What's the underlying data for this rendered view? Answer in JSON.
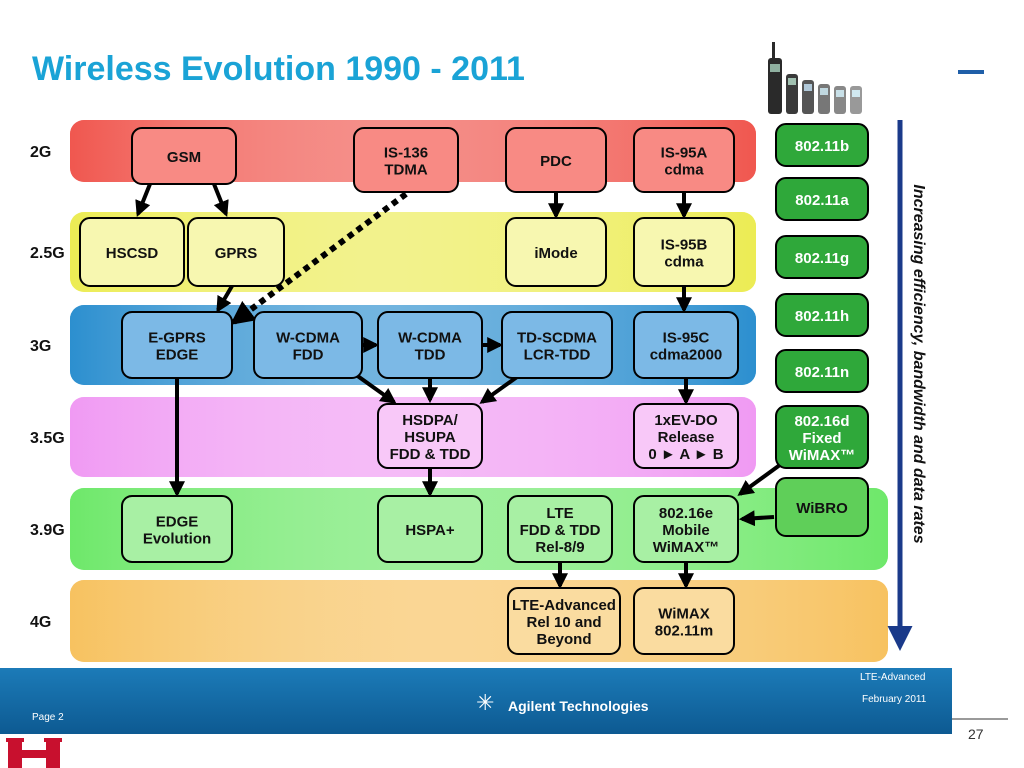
{
  "title": "Wireless Evolution 1990 - 2011",
  "side_text": "Increasing efficiency, bandwidth and data rates",
  "footer": {
    "page": "Page 2",
    "brand": "Agilent Technologies",
    "topic": "LTE-Advanced",
    "date": "February 2011"
  },
  "page_number": "27",
  "generations": [
    {
      "id": "g2",
      "label": "2G",
      "color": "#f0574f"
    },
    {
      "id": "g25",
      "label": "2.5G",
      "color": "#ecec54"
    },
    {
      "id": "g3",
      "label": "3G",
      "color": "#2c8fcf"
    },
    {
      "id": "g35",
      "label": "3.5G",
      "color": "#f09af3"
    },
    {
      "id": "g39",
      "label": "3.9G",
      "color": "#6ee86a"
    },
    {
      "id": "g4",
      "label": "4G",
      "color": "#f7c260"
    }
  ],
  "technologies": [
    {
      "id": "gsm",
      "lines": [
        "GSM"
      ]
    },
    {
      "id": "is136",
      "lines": [
        "IS-136",
        "TDMA"
      ]
    },
    {
      "id": "pdc",
      "lines": [
        "PDC"
      ]
    },
    {
      "id": "is95a",
      "lines": [
        "IS-95A",
        "cdma"
      ]
    },
    {
      "id": "hscsd",
      "lines": [
        "HSCSD"
      ]
    },
    {
      "id": "gprs",
      "lines": [
        "GPRS"
      ]
    },
    {
      "id": "imode",
      "lines": [
        "iMode"
      ]
    },
    {
      "id": "is95b",
      "lines": [
        "IS-95B",
        "cdma"
      ]
    },
    {
      "id": "egprs",
      "lines": [
        "E-GPRS",
        "EDGE"
      ]
    },
    {
      "id": "wcdmafdd",
      "lines": [
        "W-CDMA",
        "FDD"
      ]
    },
    {
      "id": "wcdmatdd",
      "lines": [
        "W-CDMA",
        "TDD"
      ]
    },
    {
      "id": "tdscdma",
      "lines": [
        "TD-SCDMA",
        "LCR-TDD"
      ]
    },
    {
      "id": "is95c",
      "lines": [
        "IS-95C",
        "cdma2000"
      ]
    },
    {
      "id": "hsdpa",
      "lines": [
        "HSDPA/",
        "HSUPA",
        "FDD & TDD"
      ]
    },
    {
      "id": "evdo",
      "lines": [
        "1xEV-DO",
        "Release",
        "0 ► A ► B"
      ]
    },
    {
      "id": "edgeevo",
      "lines": [
        "EDGE",
        "Evolution"
      ]
    },
    {
      "id": "hspaplus",
      "lines": [
        "HSPA+"
      ]
    },
    {
      "id": "lte",
      "lines": [
        "LTE",
        "FDD & TDD",
        "Rel-8/9"
      ]
    },
    {
      "id": "wimaxmobile",
      "lines": [
        "802.16e",
        "Mobile",
        "WiMAX™"
      ]
    },
    {
      "id": "lteadv",
      "lines": [
        "LTE-Advanced",
        "Rel 10 and",
        "Beyond"
      ]
    },
    {
      "id": "wimax4g",
      "lines": [
        "WiMAX",
        "802.11m"
      ]
    }
  ],
  "wifi": [
    {
      "id": "w11b",
      "lines": [
        "802.11b"
      ]
    },
    {
      "id": "w11a",
      "lines": [
        "802.11a"
      ]
    },
    {
      "id": "w11g",
      "lines": [
        "802.11g"
      ]
    },
    {
      "id": "w11h",
      "lines": [
        "802.11h"
      ]
    },
    {
      "id": "w11n",
      "lines": [
        "802.11n"
      ]
    },
    {
      "id": "w16d",
      "lines": [
        "802.16d",
        "Fixed",
        "WiMAX™"
      ]
    },
    {
      "id": "wibro",
      "lines": [
        "WiBRO"
      ]
    }
  ],
  "edges": [
    {
      "from": "gsm",
      "to": "hscsd",
      "style": "solid"
    },
    {
      "from": "gsm",
      "to": "gprs",
      "style": "solid"
    },
    {
      "from": "pdc",
      "to": "imode",
      "style": "solid"
    },
    {
      "from": "is95a",
      "to": "is95b",
      "style": "solid"
    },
    {
      "from": "gprs",
      "to": "egprs",
      "style": "solid"
    },
    {
      "from": "is136",
      "to": "egprs",
      "style": "dotted"
    },
    {
      "from": "is95b",
      "to": "is95c",
      "style": "solid"
    },
    {
      "from": "wcdmafdd",
      "to": "wcdmatdd",
      "style": "solid"
    },
    {
      "from": "wcdmatdd",
      "to": "tdscdma",
      "style": "solid"
    },
    {
      "from": "wcdmafdd",
      "to": "hsdpa",
      "style": "solid"
    },
    {
      "from": "wcdmatdd",
      "to": "hsdpa",
      "style": "solid"
    },
    {
      "from": "tdscdma",
      "to": "hsdpa",
      "style": "solid"
    },
    {
      "from": "is95c",
      "to": "evdo",
      "style": "solid"
    },
    {
      "from": "egprs",
      "to": "edgeevo",
      "style": "solid"
    },
    {
      "from": "hsdpa",
      "to": "hspaplus",
      "style": "solid"
    },
    {
      "from": "w16d",
      "to": "wimaxmobile",
      "style": "solid"
    },
    {
      "from": "wibro",
      "to": "wimaxmobile",
      "style": "solid"
    },
    {
      "from": "lte",
      "to": "lteadv",
      "style": "solid"
    },
    {
      "from": "wimaxmobile",
      "to": "wimax4g",
      "style": "solid"
    }
  ]
}
